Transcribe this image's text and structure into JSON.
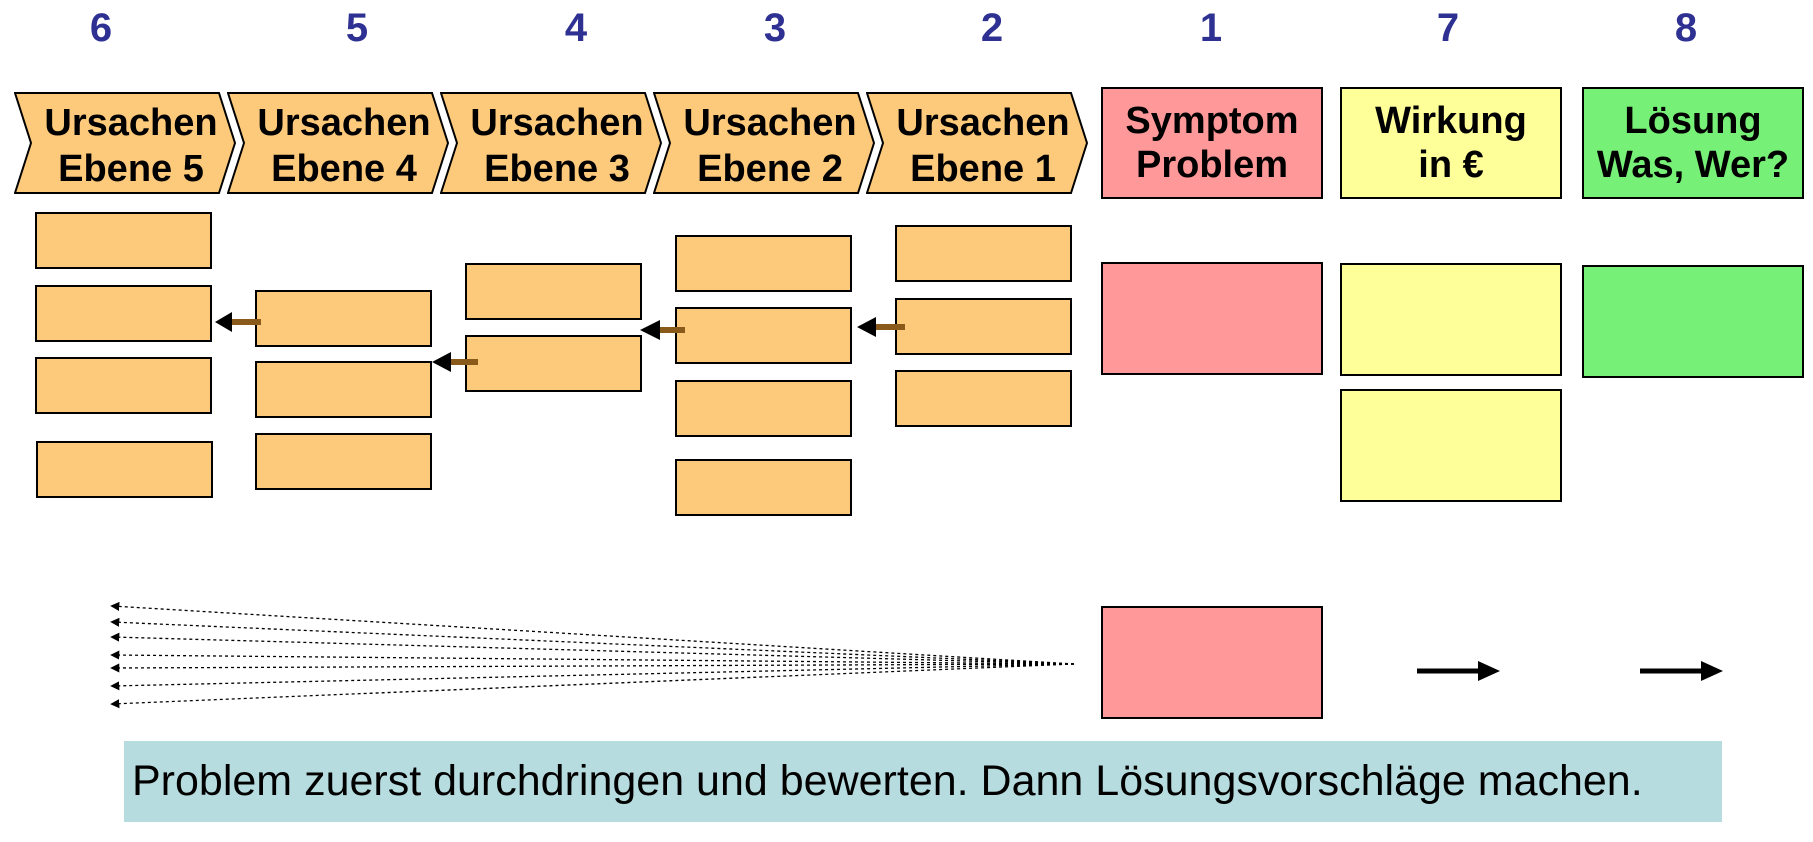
{
  "step_numbers": [
    "6",
    "5",
    "4",
    "3",
    "2",
    "1",
    "7",
    "8"
  ],
  "cause_levels": [
    {
      "line1": "Ursachen",
      "line2": "Ebene 5"
    },
    {
      "line1": "Ursachen",
      "line2": "Ebene 4"
    },
    {
      "line1": "Ursachen",
      "line2": "Ebene 3"
    },
    {
      "line1": "Ursachen",
      "line2": "Ebene 2"
    },
    {
      "line1": "Ursachen",
      "line2": "Ebene 1"
    }
  ],
  "headers": {
    "symptom": {
      "line1": "Symptom",
      "line2": "Problem"
    },
    "wirkung": {
      "line1": "Wirkung",
      "line2": "in €"
    },
    "loesung": {
      "line1": "Lösung",
      "line2": "Was, Wer?"
    }
  },
  "banner_text": "Problem zuerst durchdringen und bewerten. Dann Lösungsvorschläge machen.",
  "colors": {
    "number_blue": "#2e3192",
    "cause_orange": "#fdc97b",
    "symptom_red": "#ff9999",
    "effect_yellow": "#ffff99",
    "solution_green": "#77f077",
    "banner_teal": "#b7dcdf"
  }
}
